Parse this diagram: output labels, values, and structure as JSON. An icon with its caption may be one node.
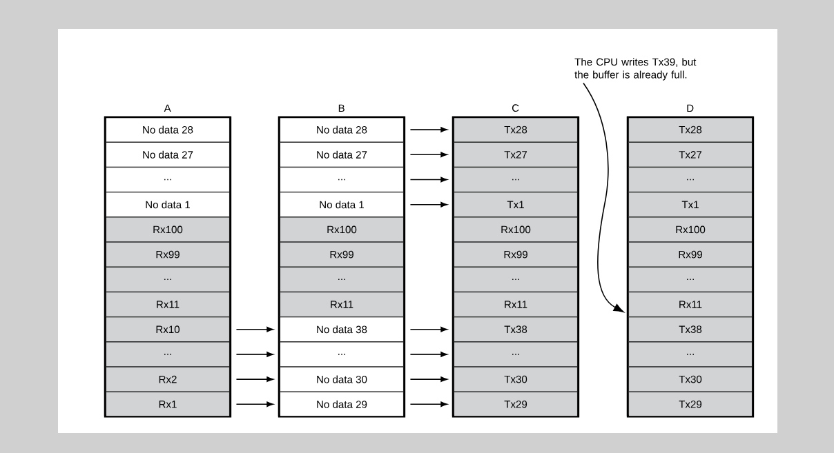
{
  "diagram": {
    "nodes": [
      {
        "text": [
          "The CPU writes Tx39, but the buffer is already full."
        ]
      },
      {
        "text": [
          "A"
        ]
      },
      {
        "text": [
          "No data 28"
        ],
        "in": 1
      },
      {
        "text": [
          "No data 27"
        ],
        "in": 1
      },
      {
        "text": [
          "..."
        ],
        "in": 1
      },
      {
        "text": [
          "No data 1"
        ],
        "in": 1
      },
      {
        "text": [
          "Rx100"
        ],
        "in": 1
      },
      {
        "text": [
          "Rx99"
        ],
        "in": 1
      },
      {
        "text": [
          "..."
        ],
        "in": 1
      },
      {
        "text": [
          "Rx11"
        ],
        "in": 1
      },
      {
        "text": [
          "Rx10"
        ],
        "in": 1
      },
      {
        "text": [
          "..."
        ],
        "in": 1
      },
      {
        "text": [
          "Rx2"
        ],
        "in": 1
      },
      {
        "text": [
          "Rx1"
        ],
        "in": 1
      },
      {
        "text": [
          "B"
        ]
      },
      {
        "text": [
          "No data 28"
        ],
        "in": 14
      },
      {
        "text": [
          "No data 27"
        ],
        "in": 14
      },
      {
        "text": [
          "..."
        ],
        "in": 14
      },
      {
        "text": [
          "No data 1"
        ],
        "in": 14
      },
      {
        "text": [
          "Rx100"
        ],
        "in": 14
      },
      {
        "text": [
          "Rx99"
        ],
        "in": 14
      },
      {
        "text": [
          "..."
        ],
        "in": 14
      },
      {
        "text": [
          "Rx11"
        ],
        "in": 14
      },
      {
        "text": [
          "No data 38"
        ],
        "in": 14
      },
      {
        "text": [
          "..."
        ],
        "in": 14
      },
      {
        "text": [
          "No data 30"
        ],
        "in": 14
      },
      {
        "text": [
          "No data 29"
        ],
        "in": 14
      },
      {
        "text": [
          "C"
        ]
      },
      {
        "text": [
          "Tx28"
        ],
        "in": 27
      },
      {
        "text": [
          "Tx27"
        ],
        "in": 27
      },
      {
        "text": [
          "..."
        ],
        "in": 27
      },
      {
        "text": [
          "Tx1"
        ],
        "in": 27
      },
      {
        "text": [
          "Rx100"
        ],
        "in": 27
      },
      {
        "text": [
          "Rx99"
        ],
        "in": 27
      },
      {
        "text": [
          "..."
        ],
        "in": 27
      },
      {
        "text": [
          "Rx11"
        ],
        "in": 27
      },
      {
        "text": [
          "Tx38"
        ],
        "in": 27
      },
      {
        "text": [
          "..."
        ],
        "in": 27
      },
      {
        "text": [
          "Tx30"
        ],
        "in": 27
      },
      {
        "text": [
          "Tx29"
        ],
        "in": 27
      },
      {
        "text": [
          "D"
        ]
      },
      {
        "text": [
          "Tx28"
        ],
        "in": 40
      },
      {
        "text": [
          "Tx27"
        ],
        "in": 40
      },
      {
        "text": [
          "..."
        ],
        "in": 40
      },
      {
        "text": [
          "Tx1"
        ],
        "in": 40
      },
      {
        "text": [
          "Rx100"
        ],
        "in": 40
      },
      {
        "text": [
          "Rx99"
        ],
        "in": 40
      },
      {
        "text": [
          "..."
        ],
        "in": 40
      },
      {
        "text": [
          "Rx11"
        ],
        "in": 40
      },
      {
        "text": [
          "Tx38"
        ],
        "in": 40
      },
      {
        "text": [
          "..."
        ],
        "in": 40
      },
      {
        "text": [
          "Tx30"
        ],
        "in": 40
      },
      {
        "text": [
          "Tx29"
        ],
        "in": 40
      }
    ],
    "edges": [
      {
        "from": 10,
        "to": 23,
        "arrow": "to"
      },
      {
        "from": 11,
        "to": 24,
        "arrow": "to"
      },
      {
        "from": 12,
        "to": 25,
        "arrow": "to"
      },
      {
        "from": 13,
        "to": 26,
        "arrow": "to"
      },
      {
        "from": 15,
        "to": 28,
        "arrow": "to"
      },
      {
        "from": 16,
        "to": 29,
        "arrow": "to"
      },
      {
        "from": 17,
        "to": 30,
        "arrow": "to"
      },
      {
        "from": 18,
        "to": 31,
        "arrow": "to"
      },
      {
        "from": 23,
        "to": 36,
        "arrow": "to"
      },
      {
        "from": 24,
        "to": 37,
        "arrow": "to"
      },
      {
        "from": 25,
        "to": 38,
        "arrow": "to"
      },
      {
        "from": 26,
        "to": 39,
        "arrow": "to"
      },
      {
        "from": 0,
        "to": 40,
        "arrow": "to"
      }
    ]
  }
}
